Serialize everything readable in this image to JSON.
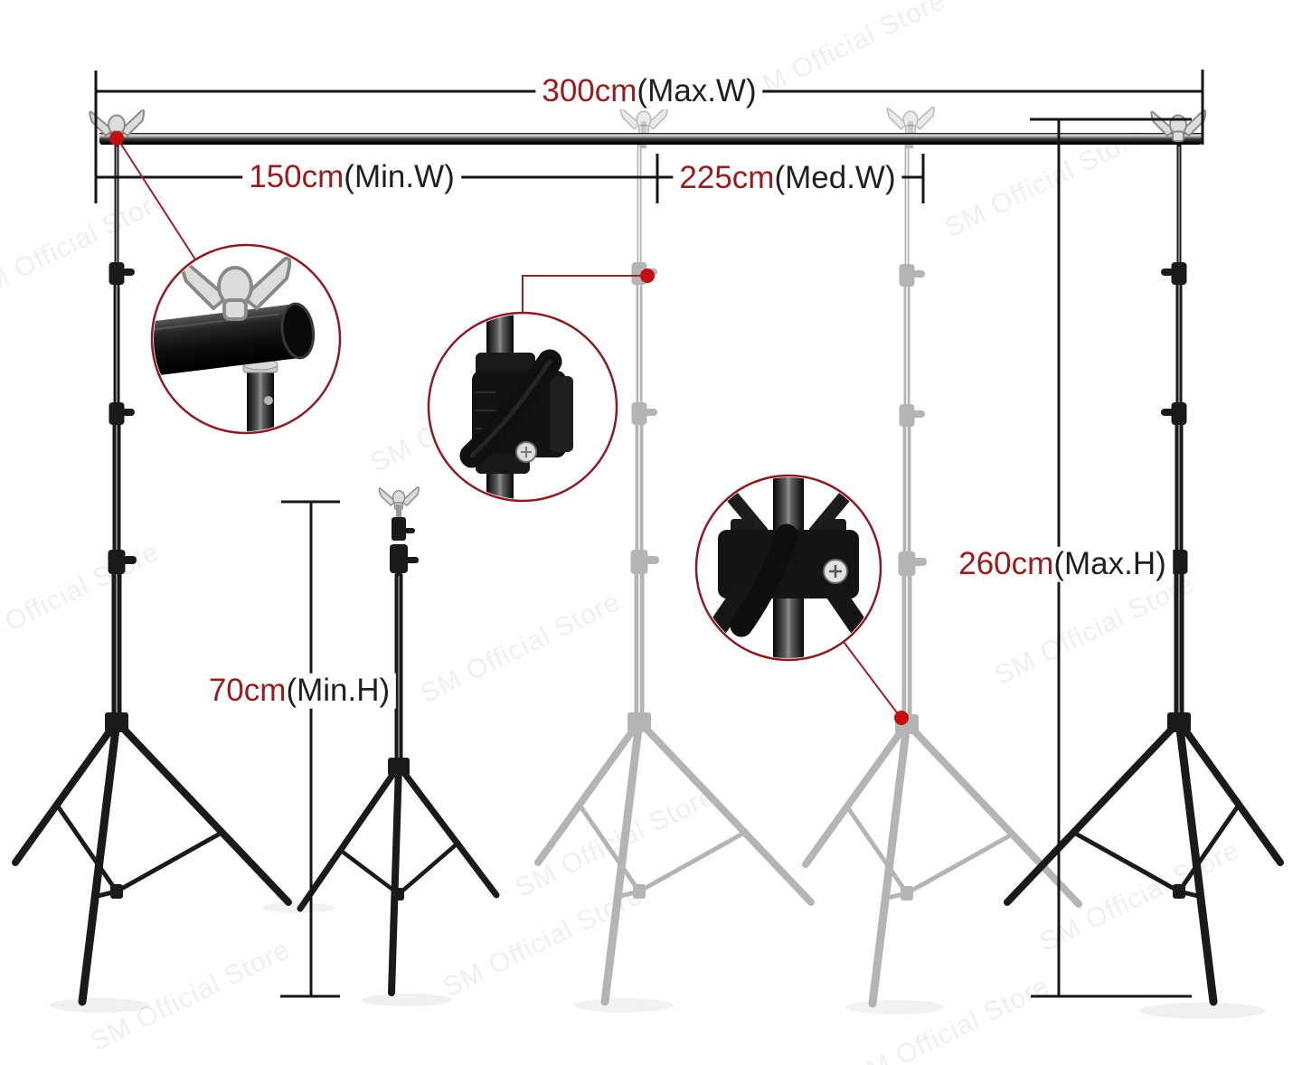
{
  "watermark": {
    "text": "SM Official Store"
  },
  "dimensions": {
    "max_width": {
      "value": "300cm",
      "label": "(Max.W)"
    },
    "min_width": {
      "value": "150cm",
      "label": "(Min.W)"
    },
    "med_width": {
      "value": "225cm",
      "label": "(Med.W)"
    },
    "max_height": {
      "value": "260cm",
      "label": "(Max.H)"
    },
    "min_height": {
      "value": "70cm",
      "label": "(Min.H)"
    }
  },
  "colors": {
    "measurement_value": "#9a1b1e",
    "measurement_label": "#1f1f1f",
    "dimension_line": "#151515",
    "callout_border": "#8e1b22",
    "connector_line": "#9d2026",
    "marker_dot": "#c40f12",
    "stand_black": "#1a1a1a",
    "stand_gray": "#b4b4b4"
  }
}
